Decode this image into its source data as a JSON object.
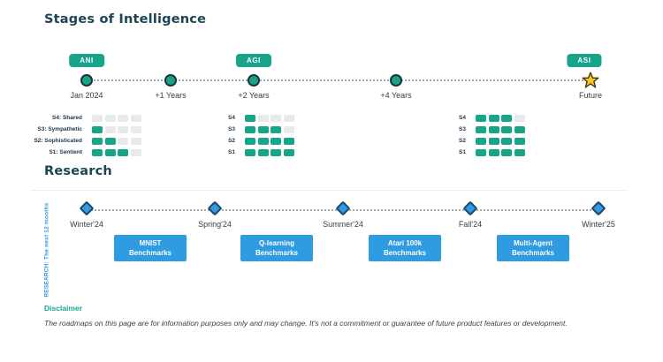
{
  "colors": {
    "teal": "#17a589",
    "blue": "#2f9be0",
    "title": "#1c4553",
    "star_gold": "#ffc321"
  },
  "stages": {
    "title": "Stages of Intelligence",
    "milestones": [
      {
        "badge": "ANI",
        "label": "Jan 2024",
        "marker": "circle"
      },
      {
        "label": "+1 Years",
        "marker": "circle"
      },
      {
        "badge": "AGI",
        "label": "+2 Years",
        "marker": "circle"
      },
      {
        "label": "+4 Years",
        "marker": "circle"
      },
      {
        "badge": "ASI",
        "label": "Future",
        "marker": "star"
      }
    ],
    "progress_groups": [
      {
        "rows": [
          {
            "label": "S4: Shared",
            "filled": 0,
            "total": 4
          },
          {
            "label": "S3: Sympathetic",
            "filled": 1,
            "total": 4
          },
          {
            "label": "S2: Sophisticated",
            "filled": 2,
            "total": 4
          },
          {
            "label": "S1: Sentient",
            "filled": 3,
            "total": 4
          }
        ]
      },
      {
        "rows": [
          {
            "label": "S4",
            "filled": 1,
            "total": 4
          },
          {
            "label": "S3",
            "filled": 3,
            "total": 4
          },
          {
            "label": "S2",
            "filled": 4,
            "total": 4
          },
          {
            "label": "S1",
            "filled": 4,
            "total": 4
          }
        ]
      },
      {
        "rows": [
          {
            "label": "S4",
            "filled": 3,
            "total": 4
          },
          {
            "label": "S3",
            "filled": 4,
            "total": 4
          },
          {
            "label": "S2",
            "filled": 4,
            "total": 4
          },
          {
            "label": "S1",
            "filled": 4,
            "total": 4
          }
        ]
      }
    ]
  },
  "research": {
    "title": "Research",
    "side_label": "RESEARCH: The next 12 months",
    "milestones": [
      {
        "label": "Winter'24"
      },
      {
        "label": "Spring'24"
      },
      {
        "label": "Summer'24"
      },
      {
        "label": "Fall'24"
      },
      {
        "label": "Winter'25"
      }
    ],
    "benchmarks": [
      {
        "line1": "MNIST",
        "line2": "Benchmarks"
      },
      {
        "line1": "Q-learning",
        "line2": "Benchmarks"
      },
      {
        "line1": "Atari 100k",
        "line2": "Benchmarks"
      },
      {
        "line1": "Multi-Agent",
        "line2": "Benchmarks"
      }
    ]
  },
  "disclaimer": {
    "heading": "Disclaimer",
    "text": "The roadmaps on this page are for information purposes only and may change. It's not a commitment or guarantee of future product features or development."
  }
}
